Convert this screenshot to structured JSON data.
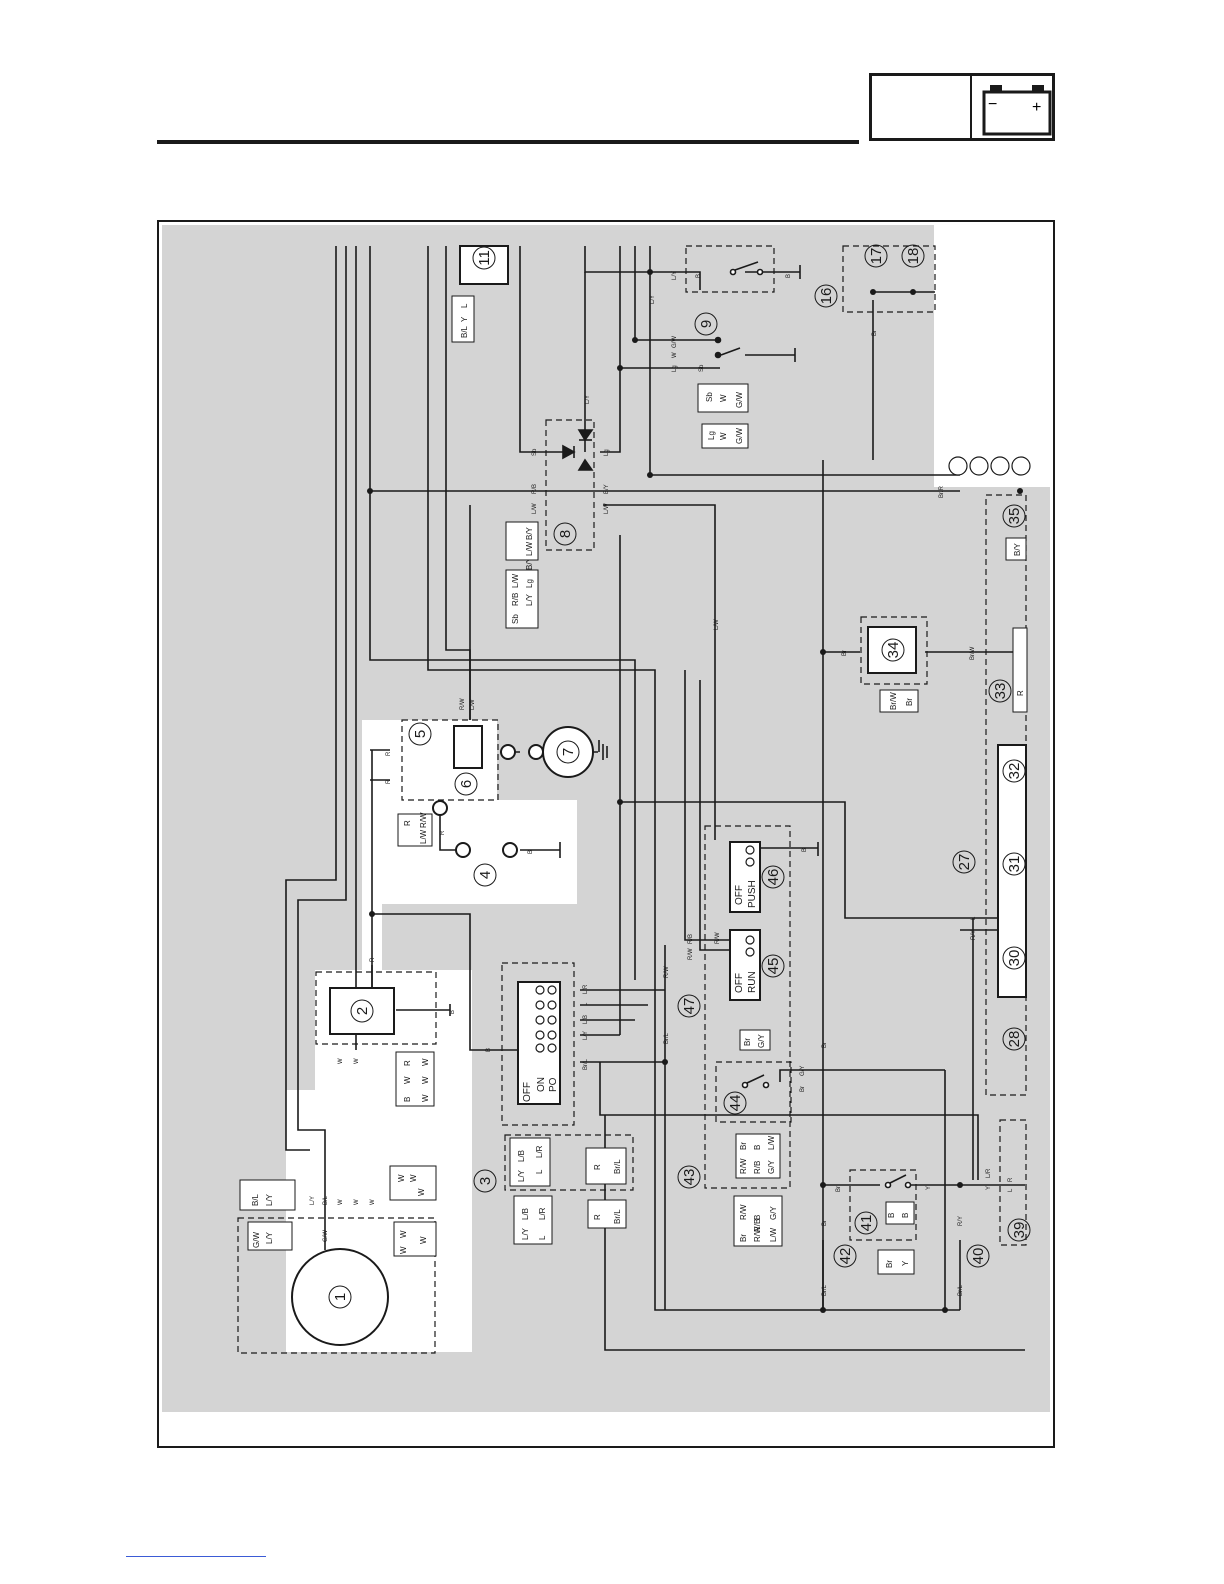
{
  "header": {
    "battery_minus": "−",
    "battery_plus": "+"
  },
  "components": [
    {
      "num": "1"
    },
    {
      "num": "2"
    },
    {
      "num": "3"
    },
    {
      "num": "4"
    },
    {
      "num": "5"
    },
    {
      "num": "6"
    },
    {
      "num": "7"
    },
    {
      "num": "8"
    },
    {
      "num": "9"
    },
    {
      "num": "11"
    },
    {
      "num": "16"
    },
    {
      "num": "17"
    },
    {
      "num": "18"
    },
    {
      "num": "27"
    },
    {
      "num": "28"
    },
    {
      "num": "30"
    },
    {
      "num": "31"
    },
    {
      "num": "32"
    },
    {
      "num": "33"
    },
    {
      "num": "34"
    },
    {
      "num": "35"
    },
    {
      "num": "39"
    },
    {
      "num": "40"
    },
    {
      "num": "41"
    },
    {
      "num": "42"
    },
    {
      "num": "43"
    },
    {
      "num": "44"
    },
    {
      "num": "45"
    },
    {
      "num": "46"
    },
    {
      "num": "47"
    }
  ],
  "switch_labels": {
    "main_off": "OFF",
    "main_on": "ON",
    "main_po": "PO",
    "run_off": "OFF",
    "run_run": "RUN",
    "push_off": "OFF",
    "push_push": "PUSH"
  },
  "wire_labels": {
    "B": "B",
    "R": "R",
    "W": "W",
    "Br": "Br",
    "L": "L",
    "Y": "Y",
    "LY": "L/Y",
    "LW": "L/W",
    "RW": "R/W",
    "RB": "R/B",
    "BY": "B/Y",
    "BL": "B/L",
    "GW": "G/W",
    "Lg": "Lg",
    "Sb": "Sb",
    "LR": "L/R",
    "LB": "L/B",
    "BrL": "Br/L",
    "BrW": "Br/W",
    "RY": "R/Y",
    "GY": "G/Y",
    "BrR": "Br/R"
  },
  "connectors": {
    "c1_a": [
      "G/W",
      "L/Y"
    ],
    "c1_b": [
      "B/L",
      "L/Y"
    ],
    "c2_a": [
      "B",
      "W",
      "W",
      "W",
      "R",
      "W"
    ],
    "c2_b": [
      "W",
      "W",
      "W"
    ],
    "c2_c": [
      "W",
      "W",
      "W"
    ],
    "c4": [
      "R",
      "L/W",
      "R/W"
    ],
    "c8_a": [
      "Sb",
      "R/B",
      "L/Y",
      "L/W",
      "Lg",
      "B/Y"
    ],
    "c8_b": [
      "L/W",
      "B/Y"
    ],
    "c9_a": [
      "Sb",
      "W",
      "G/W"
    ],
    "c9_b": [
      "Lg",
      "W",
      "G/W"
    ],
    "c11": [
      "B/L",
      "Y",
      "L"
    ],
    "c3_a": [
      "L/Y",
      "L/B",
      "L",
      "L/R"
    ],
    "c3_b": [
      "L/Y",
      "L/B",
      "L",
      "L/R"
    ],
    "c3_c": [
      "R",
      "Br/L"
    ],
    "c3_d": [
      "R",
      "Br/L"
    ],
    "c34": [
      "Br/W",
      "Br"
    ],
    "c35": [
      "B/Y"
    ],
    "c33": [
      "R"
    ],
    "c41": [
      "B",
      "B"
    ],
    "c41_b": [
      "Br",
      "Y"
    ],
    "c43_a": [
      "Br",
      "B",
      "R/W",
      "R/B",
      "G/Y",
      "L/W"
    ],
    "c43_b": [
      "R/W",
      "B",
      "Br",
      "R/W",
      "R/B",
      "L/W",
      "G/Y"
    ],
    "c44": [
      "Br",
      "G/Y"
    ]
  }
}
